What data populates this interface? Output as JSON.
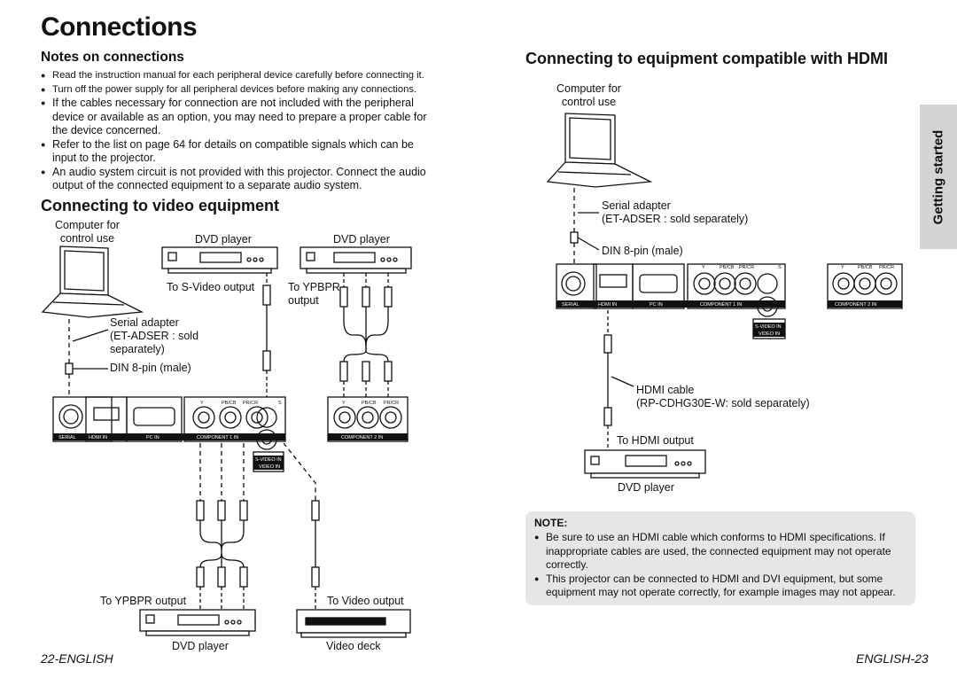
{
  "page": {
    "title": "Connections",
    "side_tab": "Getting started",
    "footer_left": "22-ENGLISH",
    "footer_right": "ENGLISH-23"
  },
  "notes": {
    "heading": "Notes on connections",
    "items": [
      "Read the instruction manual for each peripheral device carefully before connecting it.",
      "Turn off the power supply for all peripheral devices before making any connections.",
      "If the cables necessary for connection are not included with the peripheral device or available as an option, you may need to prepare a proper cable for the device concerned.",
      "Refer to the list on page 64 for details on compatible signals which can be input to the projector.",
      "An audio system circuit is not provided with this projector. Connect the audio output of the connected equipment to a separate audio system."
    ]
  },
  "video": {
    "heading": "Connecting to video equipment",
    "computer": "Computer for\ncontrol use",
    "dvd1": "DVD player",
    "dvd2": "DVD player",
    "to_svideo": "To S-Video output",
    "to_ypbpr_top": "To YPBPR\noutput",
    "serial_adapter": "Serial adapter\n(ET-ADSER : sold\nseparately)",
    "din": "DIN 8-pin (male)",
    "to_ypbpr_bottom": "To YPBPR output",
    "to_video": "To Video output",
    "dvd_bottom": "DVD player",
    "video_deck": "Video deck"
  },
  "hdmi": {
    "heading": "Connecting to equipment compatible with HDMI",
    "computer": "Computer for\ncontrol use",
    "serial_adapter": "Serial adapter\n(ET-ADSER : sold separately)",
    "din": "DIN 8-pin (male)",
    "hdmi_cable": "HDMI cable\n(RP-CDHG30E-W: sold separately)",
    "to_hdmi": "To HDMI output",
    "dvd": "DVD player"
  },
  "panel_labels": {
    "serial": "SERIAL",
    "hdmi_in": "HDMI IN",
    "pc_in": "PC IN",
    "component1": "COMPONENT 1 IN",
    "component2": "COMPONENT 2 IN",
    "svideo_in": "S-VIDEO IN",
    "video_in": "VIDEO IN",
    "y": "Y",
    "pbcb": "PB/CB",
    "prcr": "PR/CR",
    "s": "S"
  },
  "note": {
    "title": "NOTE:",
    "items": [
      "Be sure to use an HDMI cable which conforms to HDMI specifications. If inappropriate cables are used, the connected equipment may not operate correctly.",
      "This projector can be connected to HDMI and DVI equipment, but some equipment may not operate correctly, for example images may not appear."
    ]
  }
}
